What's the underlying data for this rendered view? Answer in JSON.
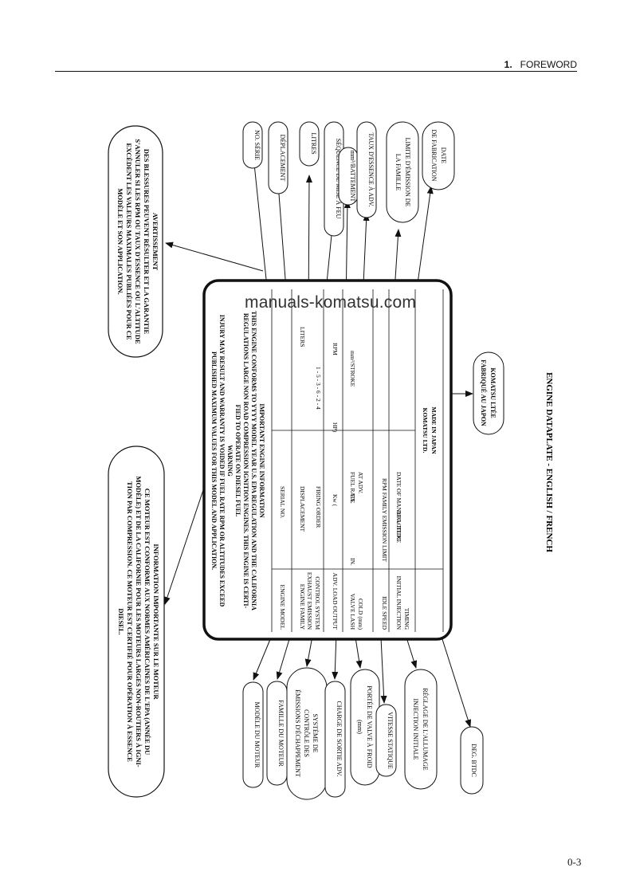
{
  "header": {
    "chapter_number": "1.",
    "chapter_title": "FOREWORD"
  },
  "page_number": "0-3",
  "watermark": "manuals-komatsu.com",
  "figure_title": "ENGINE DATAPLATE - ENGLISH / FRENCH",
  "plate": {
    "heading": [
      "IMPORTANT ENGINE INFORMATION",
      "THIS ENGINE CONFORMS TO YYYY MODEL YEAR U.S. EPA REGULATION AND THE CALIFORNIA",
      "REGULATIONS LARGE NON ROAD COMPRESSION IGNITION ENGINES. THIS ENGINE IS CERTI-",
      "FIED TO OPERATE ON DIESEL FUEL"
    ],
    "warning_title": "WARNING",
    "warning": [
      "INJURY MAY RESULT AND WARRANTY IS VOIDED IF FUEL RATE RPM OR ALTITUDES EXCEED",
      "PUBLISHED MAXIMUM VALUES FOR THIS MODEL AND APPLICATION."
    ],
    "engine_model": "ENGINE MODEL",
    "serial_no": "SERIAL NO.",
    "engine_family": "ENGINE FAMILY",
    "displacement": "DISPLACEMENT",
    "liters": "LITERS",
    "exhaust_emission": "EXHAUST EMISSION",
    "control_system": "CONTROL SYSTEM",
    "firing_order": "FIRING ORDER",
    "firing_order_value": "1 - 5 - 3 - 6 - 2 - 4",
    "adv_load_output": "ADV. LOAD OUTPUT",
    "kw": "Kw (",
    "hp": "HP)",
    "rpm": "RPM",
    "valve_lash": "VALVE LASH",
    "cold_mm": "COLD (mm)",
    "in": "IN.",
    "ex": "EX.",
    "fuel_rate": "FUEL RATE",
    "at_adv": "AT ADV.",
    "mm3_stroke": "mm³/STROKE",
    "idle_speed": "IDLE SPEED",
    "rpm_family": "RPM FAMILY EMISSION LIMIT",
    "initial_injection": "INITIAL INJECTION",
    "timing": "TIMING",
    "deg_btdc": "DEG. BTDC",
    "date_of_manufacture": "DATE OF MANUFACTURE",
    "komatsu_ltd": "KOMATSU LTD.",
    "made_in_japan": "MADE IN JAPAN"
  },
  "callouts_french": {
    "info_title": "INFORMATION IMPORTANTE SUR LE MOTEUR",
    "info_body": [
      "CE MOTEUR EST CONFORME AUX NORMES AMÉRICAINES DE L'EPA (ANNÉE DU",
      "MODÈLE) ET DE LA CALIFORNIE POUR LES MOTEURS LARGES NON-ROUTIERS À IGNI-",
      "TION PAR COMPRESSION. CE MOTEUR EST CERTIFIÉ POUR OPÉRATION À ESSENCE",
      "DIESEL."
    ],
    "avert_title": "AVERTISSEMENT",
    "avert_body": [
      "DES BLESSURES PEUVENT RÉSULTER ET LA GARANTIE",
      "S'ANNULER SI LES RPM OU TAUX D'ESSENCE OU L'ALTITUDE",
      "EXCÈDENT LES VALEURS MAXIMALES PUBLIÉES POUR CE",
      "MODÈLE ET SON APPLICATION."
    ],
    "no_serie": "NO. SÉRIE",
    "deplacement": "DÉPLACEMENT",
    "litres": "LITRES",
    "sequence": "SÉQUENCE DE MISE À FEU",
    "mm3_battement": "mm³/BATTEMENT",
    "taux_essence": "TAUX D'ESSENCE À ADV.",
    "limite_1": "LIMITE D'ÉMISSION DE",
    "limite_2": "LA FAMILLE",
    "date_1": "DATE",
    "date_2": "DE FABRICATION",
    "komatsu_ltee": "KOMATSU LTÉE",
    "fabrique": "FABRIQUÉ AU JAPON",
    "modele": "MODÈLE DU MOTEUR",
    "famille": "FAMILLE DU MOTEUR",
    "systeme_1": "SYSTÈME DE",
    "systeme_2": "CONTRÔLE DES",
    "systeme_3": "ÉMISSIONS D'ÉCHAPPEMENT",
    "charge": "CHARGE DE SORTIE ADV.",
    "portee_1": "PORTÉE DE VALVE À FROID",
    "portee_2": "(mm)",
    "vitesse": "VITESSE STATIQUE",
    "reglage_1": "RÉGLAGE DE L'ALLUMAGE",
    "reglage_2": "INJECTION INITIALE",
    "deg_btdc": "DEG. BTDC"
  }
}
